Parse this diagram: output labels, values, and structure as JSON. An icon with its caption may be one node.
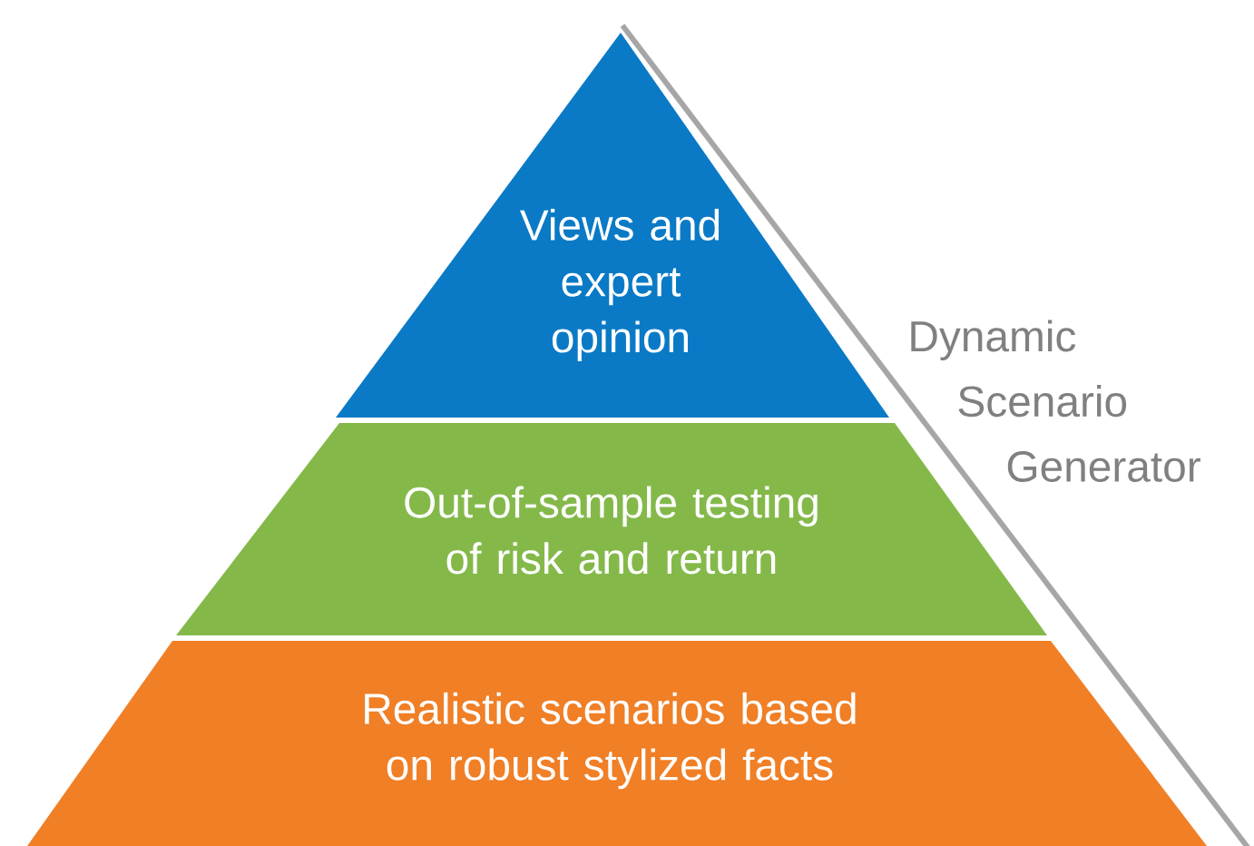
{
  "diagram": {
    "nodes": [
      {
        "text": [
          "Views and expert opinion"
        ]
      },
      {
        "text": [
          "Out-of-sample testing of risk and return"
        ]
      },
      {
        "text": [
          "Realistic scenarios based on robust stylized facts"
        ]
      }
    ],
    "labels": [
      "Dynamic Scenario Generator"
    ]
  }
}
